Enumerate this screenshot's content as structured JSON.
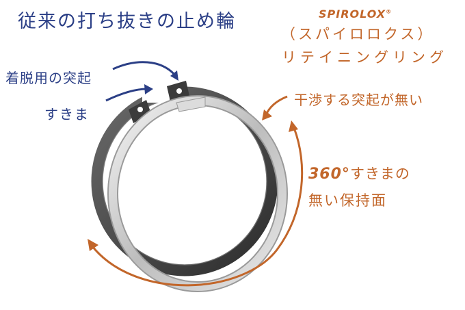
{
  "texts": {
    "title": "従来の打ち抜きの止め輪",
    "brand": "SPIROLOX",
    "brand_mark": "®",
    "subtitle_katakana": "（スパイロロクス）",
    "subtitle_ring": "リテイニングリング",
    "lug_label": "着脱用の突起",
    "gap_label": "すきま",
    "no_lug_label": "干渉する突起が無い",
    "gap_degrees": "360°",
    "gap_text": "すきまの",
    "bearing_surface": "無い保持面"
  },
  "colors": {
    "navy": "#2b3f86",
    "orange": "#c2662a",
    "dark_ring": "#4a4a4a",
    "silver_ring": "#c9c9c9"
  }
}
